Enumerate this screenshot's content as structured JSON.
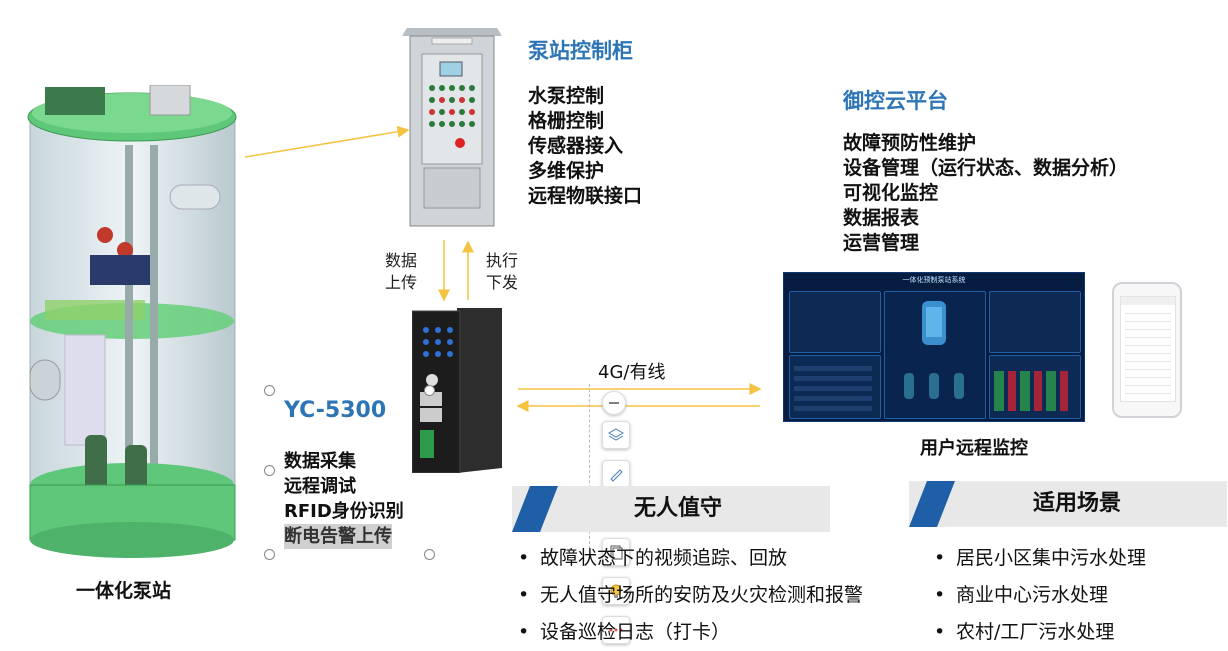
{
  "pump_station": {
    "label": "一体化泵站"
  },
  "control_cabinet": {
    "title": "泵站控制柜",
    "features": [
      "水泵控制",
      "格栅控制",
      "传感器接入",
      "多维保护",
      "远程物联接口"
    ]
  },
  "arrows": {
    "upload": [
      "数据",
      "上传"
    ],
    "download": [
      "执行",
      "下发"
    ],
    "network": "4G/有线"
  },
  "device": {
    "model": "YC-5300",
    "features": [
      "数据采集",
      "远程调试",
      "RFID身份识别",
      "断电告警上传"
    ]
  },
  "cloud": {
    "title": "御控云平台",
    "features": [
      "故障预防性维护",
      "设备管理（运行状态、数据分析）",
      "可视化监控",
      "数据报表",
      "运营管理"
    ]
  },
  "dashboard": {
    "title": "一体化预制泵站系统",
    "caption": "用户远程监控"
  },
  "unattended": {
    "title": "无人值守",
    "items": [
      "故障状态下的视频追踪、回放",
      "无人值守场所的安防及火灾检测和报警",
      "设备巡检日志（打卡）"
    ],
    "bullet": "•"
  },
  "scenarios": {
    "title": "适用场景",
    "items": [
      "居民小区集中污水处理",
      "商业中心污水处理",
      "农村/工厂污水处理"
    ],
    "bullet": "•"
  },
  "toolbar": {
    "icons": [
      "minus-icon",
      "layers-icon",
      "pen-icon",
      "eraser-icon",
      "copy-icon",
      "lightbulb-icon",
      "more-icon"
    ]
  },
  "colors": {
    "accent_blue": "#2e75b6",
    "banner_blue": "#1f5fa8",
    "arrow_yellow": "#f5c242"
  }
}
